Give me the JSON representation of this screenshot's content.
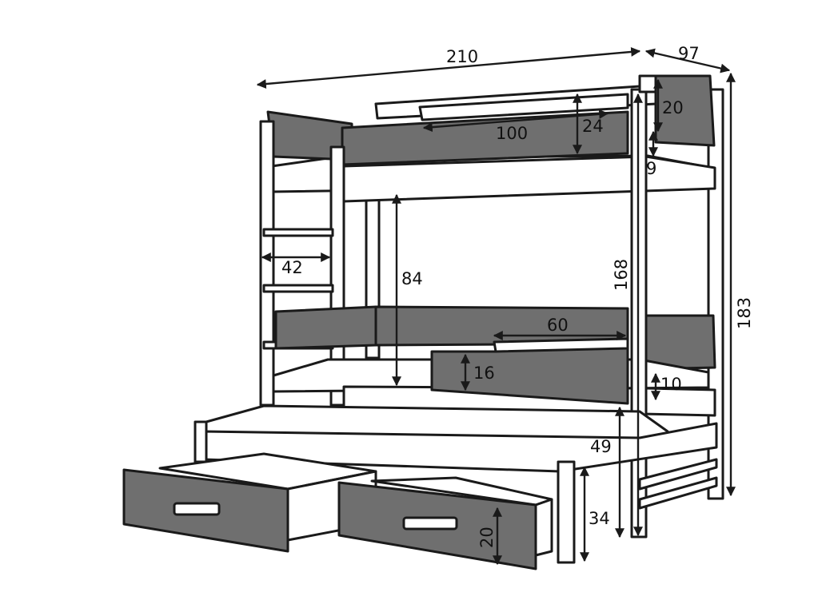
{
  "colors": {
    "outline": "#1a1a1a",
    "panel": "#6f6f6f",
    "wood": "#ffffff",
    "background": "#ffffff"
  },
  "dimensions": {
    "total_length": "210",
    "total_depth": "97",
    "headboard_height": "20",
    "top_mattress_width": "100",
    "top_guard_height": "24",
    "top_gap": "9",
    "ladder_width": "42",
    "bunk_clearance": "84",
    "upper_bed_height": "168",
    "total_height": "183",
    "middle_guard_length": "60",
    "middle_guard_height": "16",
    "middle_gap": "10",
    "middle_bed_height": "49",
    "trundle_height": "34",
    "drawer_height": "20"
  }
}
